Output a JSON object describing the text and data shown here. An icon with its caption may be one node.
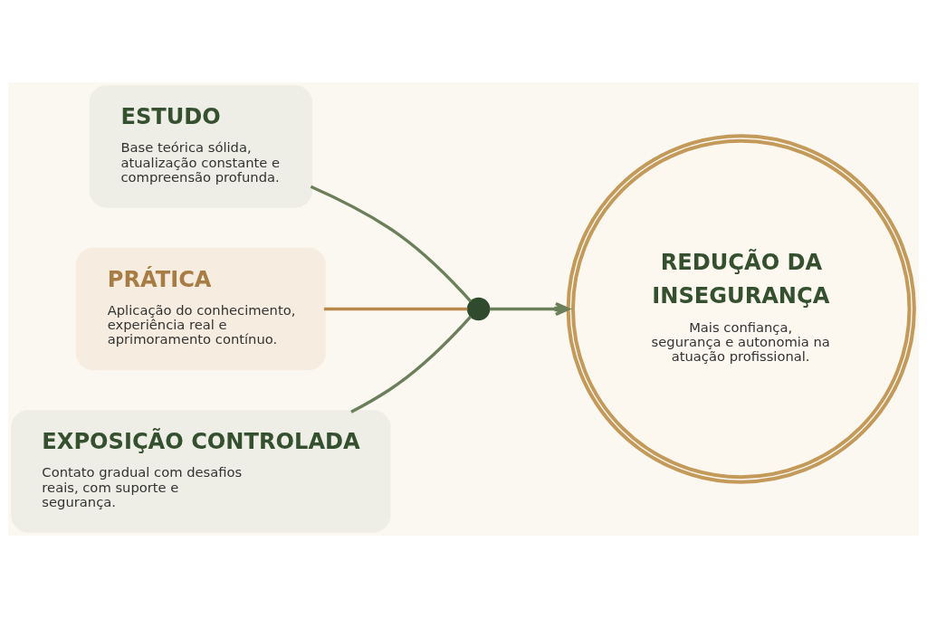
{
  "diagram": {
    "nodes": [
      {
        "text": [
          "ESTUDO",
          "Base teórica sólida, atualização constante e compreensão profunda."
        ]
      },
      {
        "text": [
          "PRÁTICA",
          "Aplicação do conhecimento, experiência real e aprimoramento contínuo."
        ]
      },
      {
        "text": [
          "EXPOSIÇÃO CONTROLADA",
          "Contato gradual com desafios reais, com suporte e segurança."
        ]
      },
      {
        "text": [],
        "shape": "circle"
      },
      {
        "text": [
          "REDUÇÃO DA INSEGURANÇA",
          "Mais confiança, segurança e autonomia na atuação profissional."
        ]
      }
    ],
    "edges": [
      {
        "from": 0,
        "to": 3,
        "arrow": "none"
      },
      {
        "from": 1,
        "to": 3,
        "arrow": "none",
        "color": "#b8894a"
      },
      {
        "from": 2,
        "to": 3,
        "arrow": "none"
      },
      {
        "from": 3,
        "to": 4,
        "arrow": "to"
      }
    ]
  }
}
